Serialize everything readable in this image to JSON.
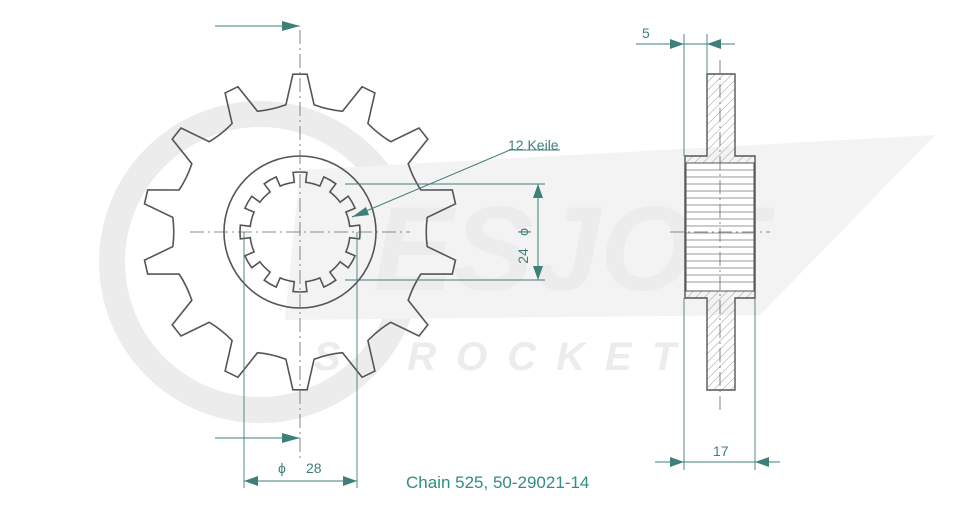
{
  "drawing": {
    "splines_label": "12 Keile",
    "inner_diameter_label": "24",
    "outer_diameter_label": "28",
    "diameter_symbol": "ϕ",
    "hub_width_label": "5",
    "total_width_label": "17",
    "caption": "Chain 525, 50-29021-14"
  },
  "watermark": {
    "brand": "ESJOT",
    "sub": "SPROCKET"
  },
  "colors": {
    "line": "#555555",
    "dimension": "#3f7f7a",
    "caption": "#2f8c86",
    "hatch": "#8a8a8a",
    "watermark": "#ececec"
  }
}
